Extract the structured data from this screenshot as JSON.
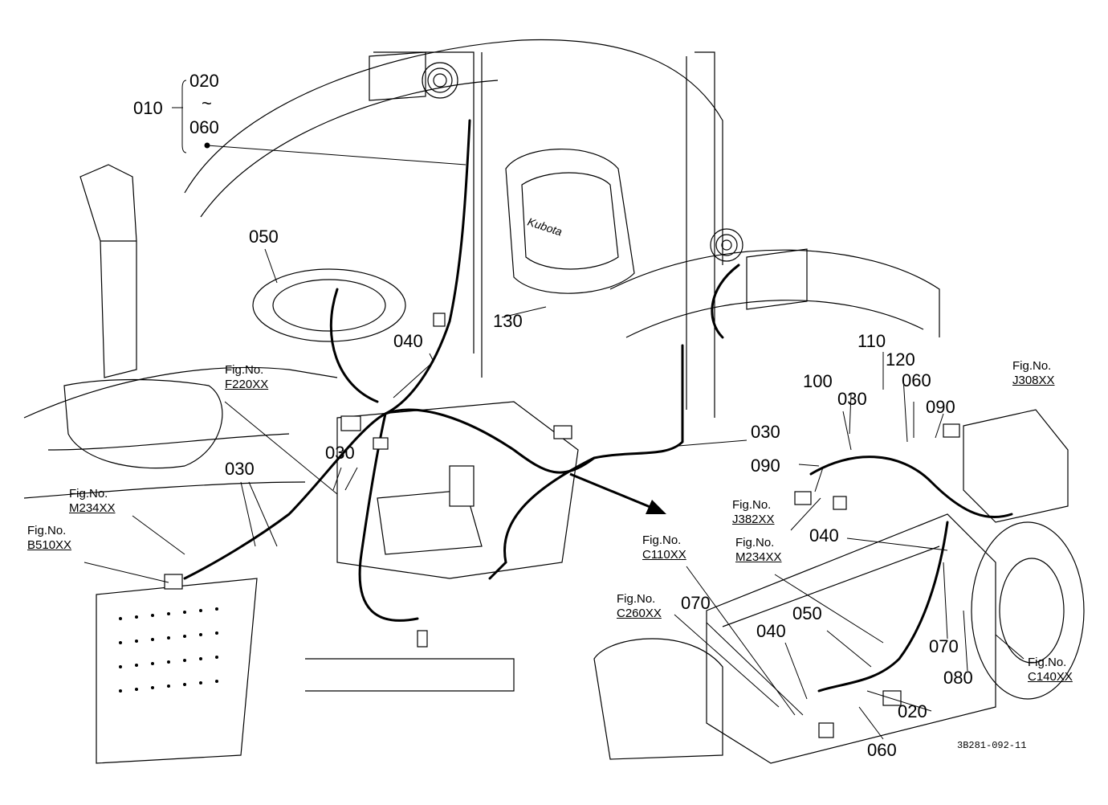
{
  "labels": {
    "l010": "010",
    "l020": "020",
    "tilde": "~",
    "l060a": "060",
    "l050a": "050",
    "l130": "130",
    "l040a": "040",
    "l030a": "030",
    "l030b": "030",
    "l030c": "030",
    "l110": "110",
    "l120": "120",
    "l100": "100",
    "l030d": "030",
    "l060b": "060",
    "l090a": "090",
    "l090b": "090",
    "l040b": "040",
    "l070a": "070",
    "l040c": "040",
    "l050b": "050",
    "l070b": "070",
    "l080": "080",
    "l020b": "020",
    "l060c": "060"
  },
  "fig_refs": {
    "f220": {
      "line1": "Fig.No.",
      "line2": "F220XX"
    },
    "m234a": {
      "line1": "Fig.No.",
      "line2": "M234XX"
    },
    "b510": {
      "line1": "Fig.No.",
      "line2": "B510XX"
    },
    "j308": {
      "line1": "Fig.No.",
      "line2": "J308XX"
    },
    "j382": {
      "line1": "Fig.No.",
      "line2": "J382XX"
    },
    "m234b": {
      "line1": "Fig.No.",
      "line2": "M234XX"
    },
    "c110": {
      "line1": "Fig.No.",
      "line2": "C110XX"
    },
    "c260": {
      "line1": "Fig.No.",
      "line2": "C260XX"
    },
    "c140": {
      "line1": "Fig.No.",
      "line2": "C140XX"
    }
  },
  "seat_brand": "Kubota",
  "drawing_code": "3B281-092-11"
}
